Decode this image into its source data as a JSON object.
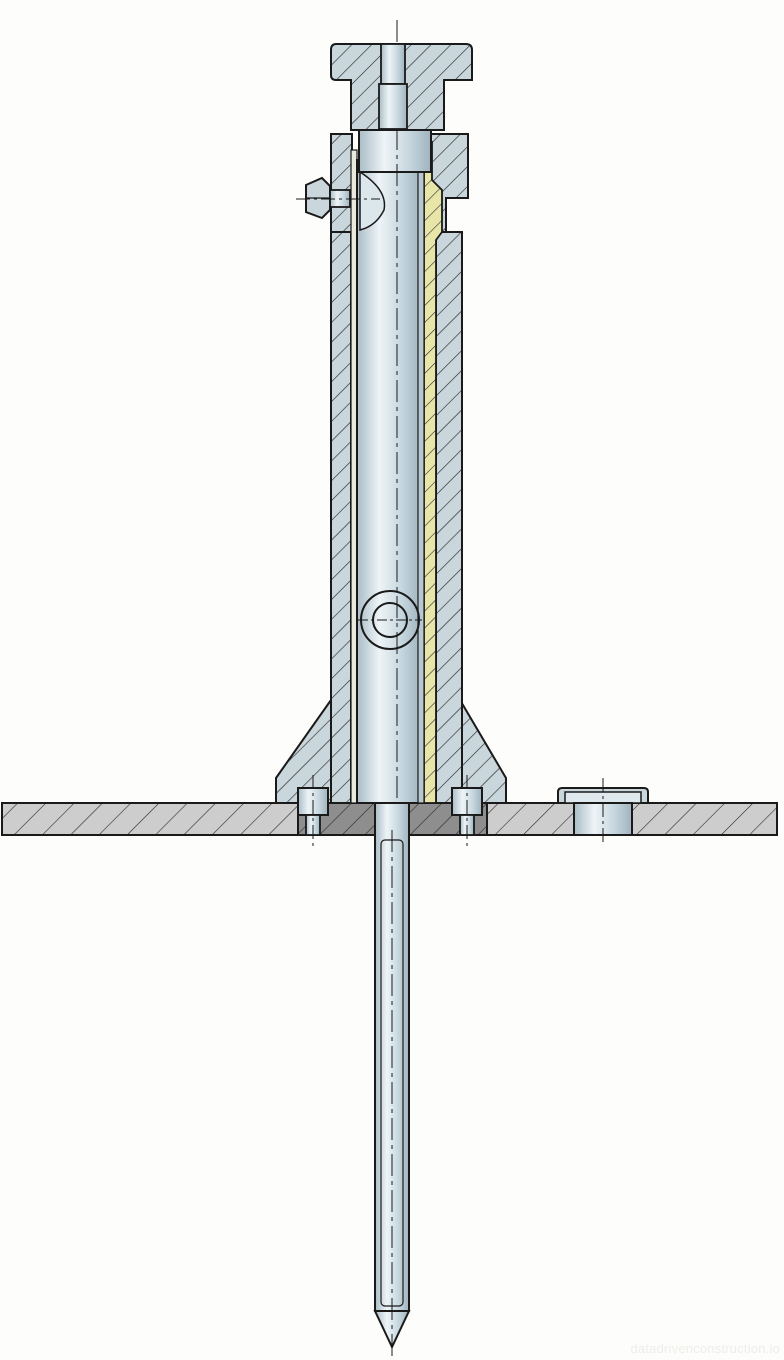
{
  "diagram": {
    "type": "mechanical-cross-section",
    "subject": "vertical shaft assembly with housing, flange, base plate and pointed pin",
    "colors": {
      "background": "#fdfdfb",
      "outline": "#1a1a1a",
      "housing_fill": "#c9d6dc",
      "steel_fill": "#cfdde4",
      "shaft_highlight": "#eef4f7",
      "liner_fill": "#e7e6a8",
      "plate_fill": "#cdcdcd",
      "plate_dark_fill": "#8e8e8e",
      "hatch": "#2a2a2a"
    },
    "components": [
      "top-cap",
      "upper-collar",
      "housing-tube",
      "inner-shaft",
      "side-set-screw",
      "yellow-liner",
      "cross-hole",
      "flange-base",
      "mounting-bolt-left",
      "mounting-bolt-right",
      "base-plate",
      "bushing-insert",
      "pointed-pin"
    ]
  },
  "watermark": {
    "text": "datadrivenconstruction.io"
  }
}
